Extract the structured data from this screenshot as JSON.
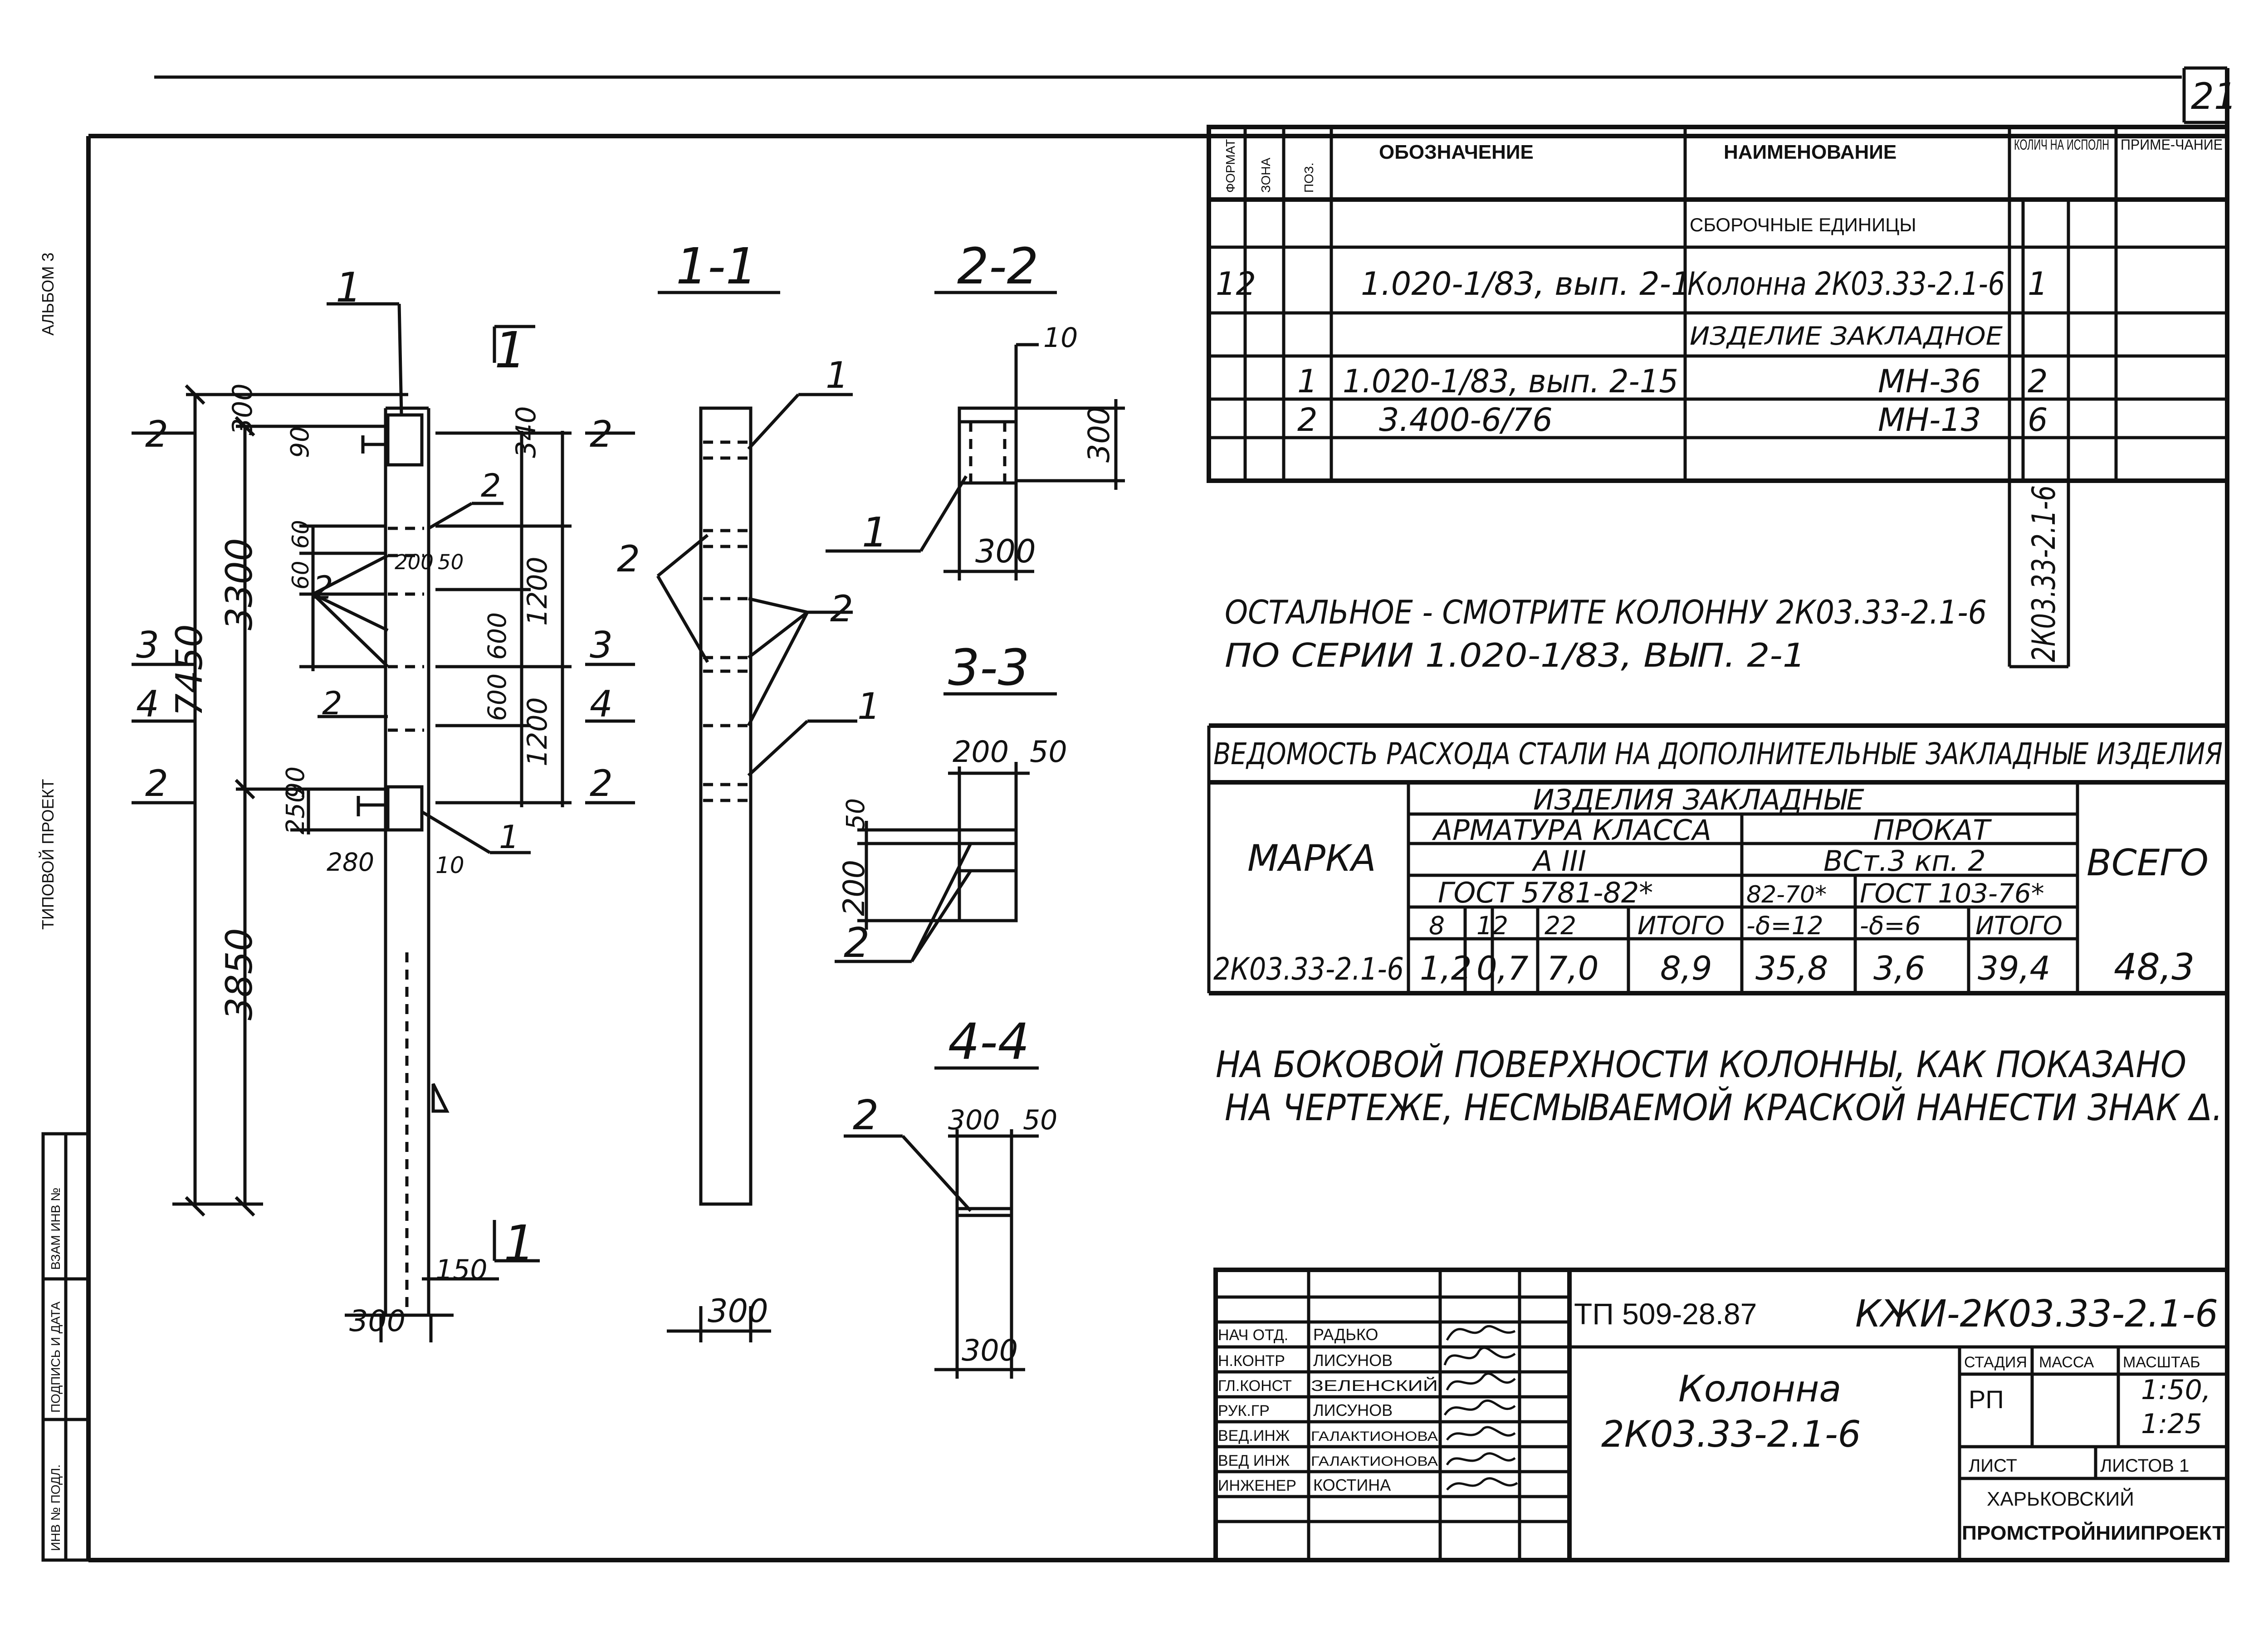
{
  "sheet": {
    "number": "21",
    "album": "АЛЬБОМ 3",
    "project_type": "ТИПОВОЙ ПРОЕКТ",
    "side_stamp": [
      "ИНВ № ПОДЛ.",
      "ПОДПИСЬ И ДАТА",
      "ВЗАМ ИНВ №"
    ]
  },
  "drawing": {
    "sections": [
      "1-1",
      "2-2",
      "3-3",
      "4-4"
    ],
    "cut_marks": [
      "1",
      "2",
      "3",
      "4"
    ],
    "callouts": [
      "1",
      "2"
    ],
    "dims": {
      "total": "7450",
      "upper": "3300",
      "lower": "3850",
      "top": "300",
      "d340": "340",
      "d90a": "90",
      "d90b": "90",
      "d60": "60",
      "d60b": "60",
      "d50": "50",
      "d200": "200",
      "d600a": "600",
      "d600b": "600",
      "d1200a": "1200",
      "d1200b": "1200",
      "d250": "250",
      "d280": "280",
      "d10": "10",
      "d150": "150",
      "d300": "300",
      "d100": "10",
      "s300": "300",
      "s200": "200",
      "s50": "50",
      "s50b": "50"
    }
  },
  "spec_table": {
    "headers": [
      "ФОРМАТ",
      "ЗОНА",
      "ПОЗ.",
      "ОБОЗНАЧЕНИЕ",
      "НАИМЕНОВАНИЕ",
      "КОЛИЧ НА ИСПОЛН",
      "ПРИМЕ-ЧАНИЕ"
    ],
    "rows": [
      {
        "format": "",
        "zone": "",
        "pos": "",
        "designation": "",
        "name": "СБОРОЧНЫЕ ЕДИНИЦЫ",
        "qty": "",
        "note": ""
      },
      {
        "format": "12",
        "zone": "",
        "pos": "",
        "designation": "1.020-1/83, вып. 2-1",
        "name": "Колонна 2К03.33-2.1-6",
        "qty": "1",
        "note": ""
      },
      {
        "format": "",
        "zone": "",
        "pos": "",
        "designation": "",
        "name": "ИЗДЕЛИЕ ЗАКЛАДНОЕ",
        "qty": "",
        "note": ""
      },
      {
        "format": "",
        "zone": "",
        "pos": "1",
        "designation": "1.020-1/83, вып. 2-15",
        "name": "МН-36",
        "qty": "2",
        "note": ""
      },
      {
        "format": "",
        "zone": "",
        "pos": "2",
        "designation": "3.400-6/76",
        "name": "МН-13",
        "qty": "6",
        "note": ""
      }
    ],
    "vertical_label": "2К03.33-2.1-6"
  },
  "note1": {
    "line1": "ОСТАЛЬНОЕ - СМОТРИТЕ КОЛОННУ 2К03.33-2.1-6",
    "line2": "ПО СЕРИИ 1.020-1/83, ВЫП. 2-1"
  },
  "steel_table": {
    "title": "ВЕДОМОСТЬ РАСХОДА СТАЛИ НА ДОПОЛНИТЕЛЬНЫЕ ЗАКЛАДНЫЕ ИЗДЕЛИЯ",
    "mark_header": "МАРКА",
    "group_header": "ИЗДЕЛИЯ ЗАКЛАДНЫЕ",
    "rebar_header": "АРМАТУРА КЛАССА",
    "rebar_class": "А III",
    "rebar_gost": "ГОСТ 5781-82*",
    "rolled_header": "ПРОКАТ",
    "rolled_steel": "ВСт.3 кп. 2",
    "rolled_gost1": "82-70*",
    "rolled_gost2": "ГОСТ 103-76*",
    "total_header": "ВСЕГО",
    "subcols": [
      "8",
      "12",
      "22",
      "ИТОГО",
      "-δ=12",
      "-δ=6",
      "ИТОГО"
    ],
    "row": {
      "mark": "2К03.33-2.1-6",
      "values": [
        "1,2",
        "0,7",
        "7,0",
        "8,9",
        "35,8",
        "3,6",
        "39,4"
      ],
      "total": "48,3"
    }
  },
  "note2": {
    "line1": "НА БОКОВОЙ ПОВЕРХНОСТИ КОЛОННЫ, КАК ПОКАЗАНО",
    "line2": "НА ЧЕРТЕЖЕ, НЕСМЫВАЕМОЙ КРАСКОЙ НАНЕСТИ ЗНАК Δ."
  },
  "title_block": {
    "project_code": "ТП 509-28.87",
    "doc_code": "КЖИ-2К03.33-2.1-6",
    "title1": "Колонна",
    "title2": "2К03.33-2.1-6",
    "stage_header": "СТАДИЯ",
    "mass_header": "МАССА",
    "scale_header": "МАСШТАБ",
    "stage": "РП",
    "scale1": "1:50,",
    "scale2": "1:25",
    "sheet_label": "ЛИСТ",
    "sheets_label": "ЛИСТОВ 1",
    "org1": "ХАРЬКОВСКИЙ",
    "org2": "ПРОМСТРОЙНИИПРОЕКТ",
    "staff": [
      {
        "role": "НАЧ ОТД.",
        "name": "РАДЬКО"
      },
      {
        "role": "Н.КОНТР",
        "name": "ЛИСУНОВ"
      },
      {
        "role": "ГЛ.КОНСТ",
        "name": "ЗЕЛЕНСКИЙ"
      },
      {
        "role": "РУК.ГР",
        "name": "ЛИСУНОВ"
      },
      {
        "role": "ВЕД.ИНЖ",
        "name": "ГАЛАКТИОНОВА"
      },
      {
        "role": "ВЕД ИНЖ",
        "name": "ГАЛАКТИОНОВА"
      },
      {
        "role": "ИНЖЕНЕР",
        "name": "КОСТИНА"
      }
    ]
  }
}
